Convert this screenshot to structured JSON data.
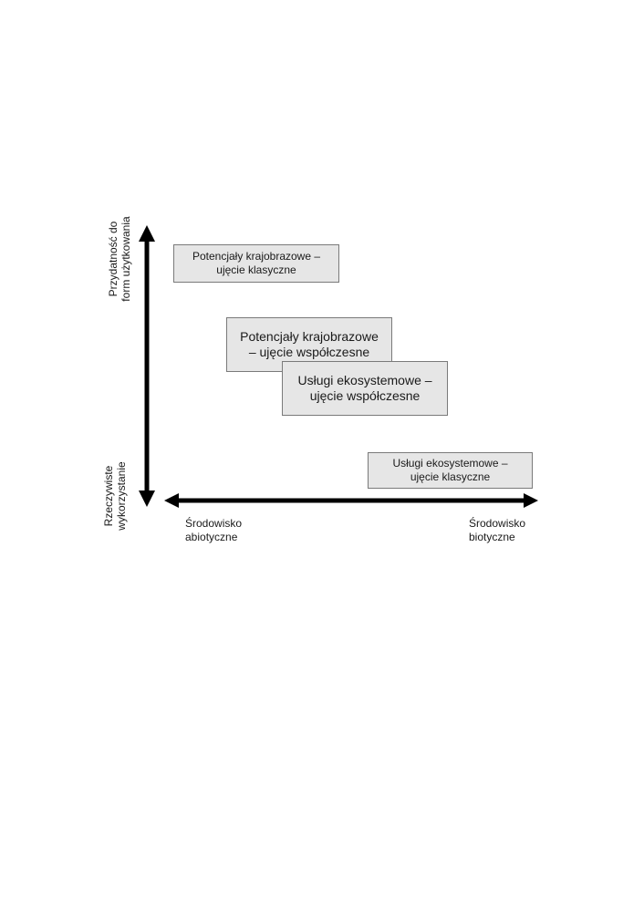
{
  "axes": {
    "y_top_label": "Przydatność do\nform użytkowania",
    "y_bottom_label": "Rzeczywiste\nwykorzystanie",
    "x_left_label": "Środowisko\nabiotyczne",
    "x_right_label": "Środowisko\nbiotyczne",
    "arrow_color": "#000000"
  },
  "boxes": {
    "pk_classic": "Potencjały krajobrazowe –\nujęcie klasyczne",
    "pk_modern": "Potencjały krajobrazowe\n– ujęcie współczesne",
    "ue_modern": "Usługi ekosystemowe –\nujęcie współczesne",
    "ue_classic": "Usługi ekosystemowe –\nujęcie klasyczne"
  },
  "colors": {
    "box_fill": "#e6e6e6",
    "box_border": "#7a7a7a"
  }
}
